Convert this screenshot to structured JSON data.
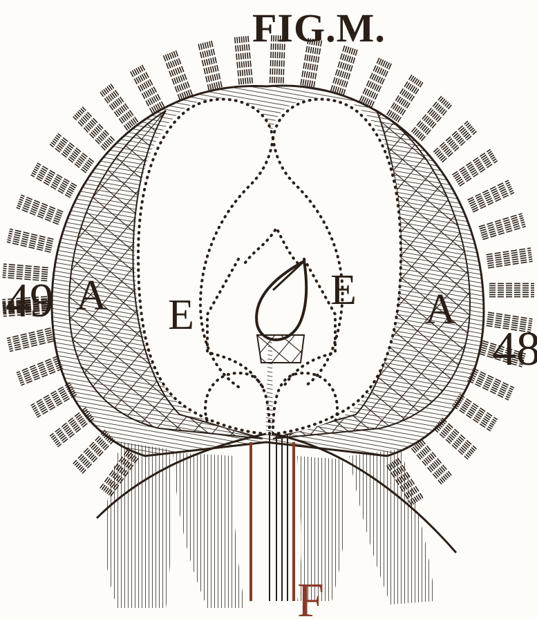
{
  "figure": {
    "title": "FIG.M.",
    "labels": {
      "left_number": "49",
      "right_number": "48",
      "left_A": "A",
      "right_A": "A",
      "left_E": "E",
      "right_E": "E",
      "bottom_F": "F"
    }
  },
  "colors": {
    "ink": "#2a1f17",
    "stem": "#8a3a28",
    "paper": "#fdfcf8"
  }
}
